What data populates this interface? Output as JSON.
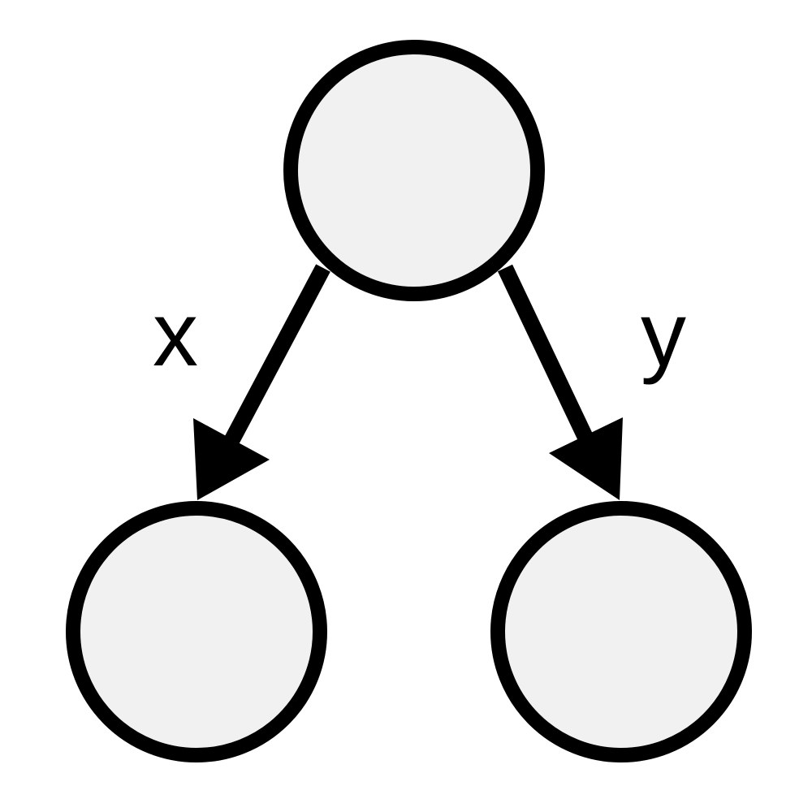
{
  "diagram": {
    "nodes": [
      {
        "id": "root"
      },
      {
        "id": "left-child"
      },
      {
        "id": "right-child"
      }
    ],
    "edges": [
      {
        "from": "root",
        "to": "left-child",
        "label": "x"
      },
      {
        "from": "root",
        "to": "right-child",
        "label": "y"
      }
    ]
  },
  "colors": {
    "node_fill": "#f1f1f1",
    "stroke": "#000000",
    "background": "#ffffff"
  }
}
